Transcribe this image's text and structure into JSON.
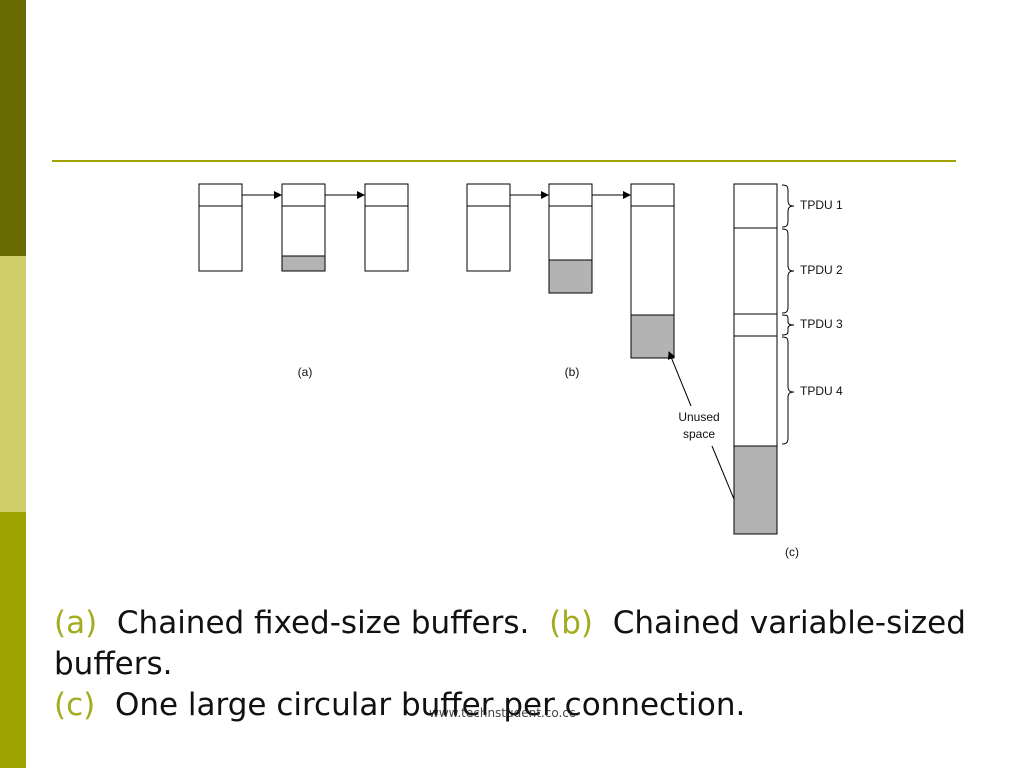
{
  "theme": {
    "sidebar_dark": "#686c00",
    "sidebar_light": "#cfcf6a",
    "sidebar_mid": "#9fa300",
    "rule_color": "#a0a200",
    "caption_tag_color": "#a3ab1f",
    "fill_gray": "#b3b3b3"
  },
  "diagram": {
    "label_a": "(a)",
    "label_b": "(b)",
    "label_c": "(c)",
    "unused_line1": "Unused",
    "unused_line2": "space",
    "tpdu_labels": [
      "TPDU 1",
      "TPDU 2",
      "TPDU 3",
      "TPDU 4"
    ]
  },
  "caption": {
    "a_tag": "(a)",
    "a_text": "Chained fixed-size buffers.",
    "b_tag": "(b)",
    "b_text": "Chained variable-sized buffers.",
    "c_tag": "(c)",
    "c_text": "One large circular buffer per connection."
  },
  "footer": {
    "url": "www.technstudent.co.cc"
  }
}
